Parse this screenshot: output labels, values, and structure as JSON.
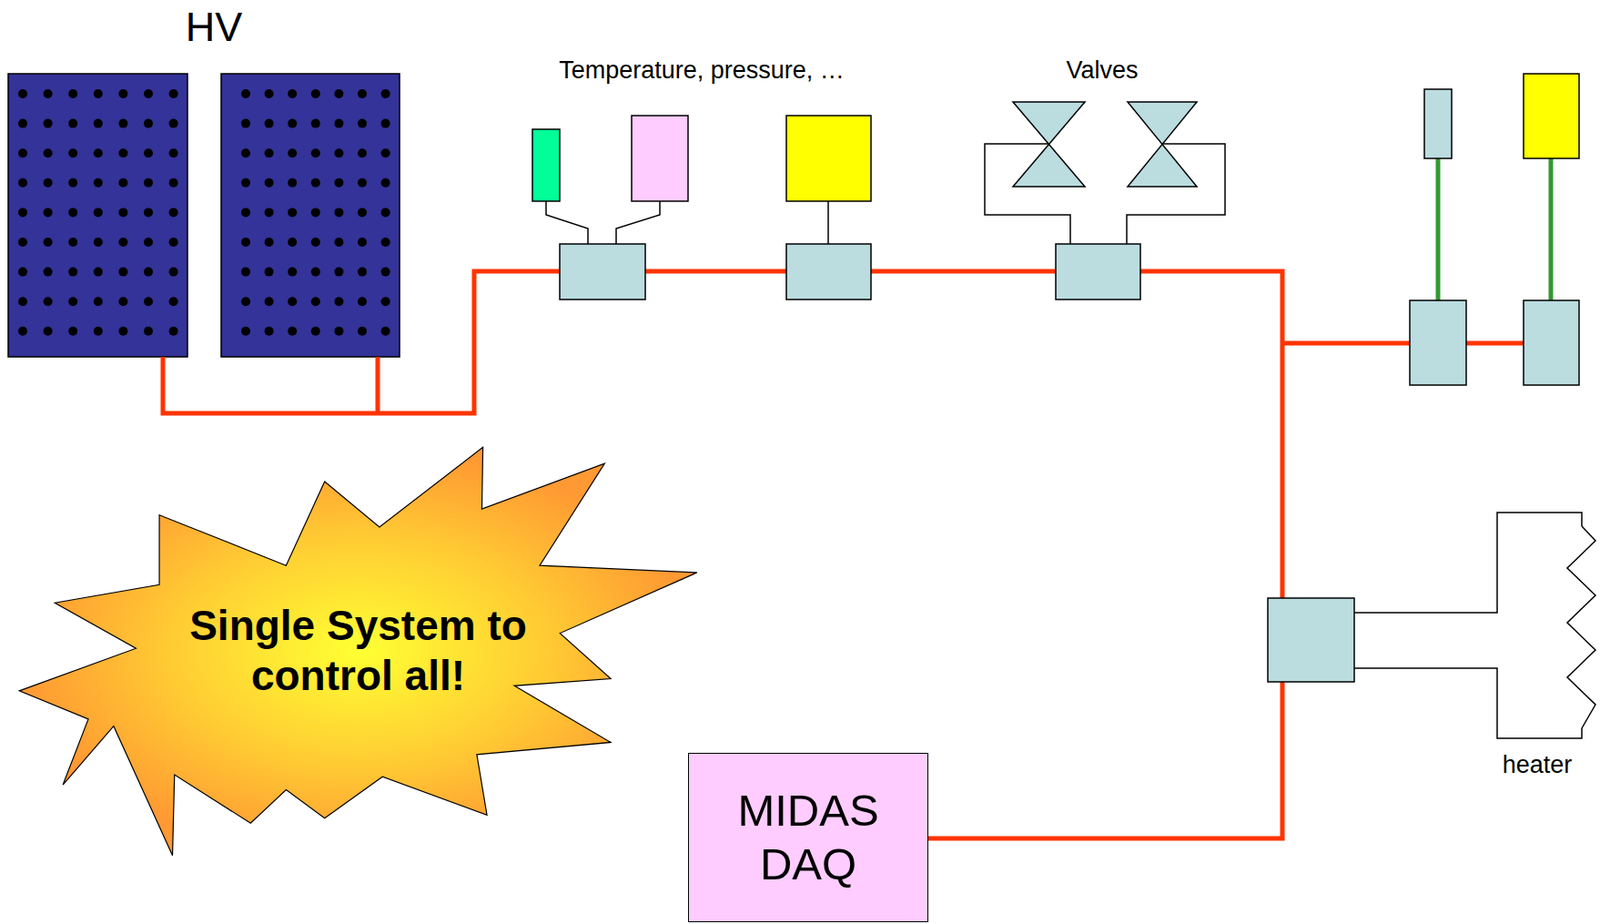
{
  "diagram": {
    "nodes": [
      {
        "text": [
          "Single System to control all!"
        ]
      },
      {
        "text": [
          "MIDAS DAQ"
        ]
      }
    ],
    "labels": [
      "HV",
      "Temperature, pressure, …",
      "Valves",
      "heater"
    ]
  }
}
